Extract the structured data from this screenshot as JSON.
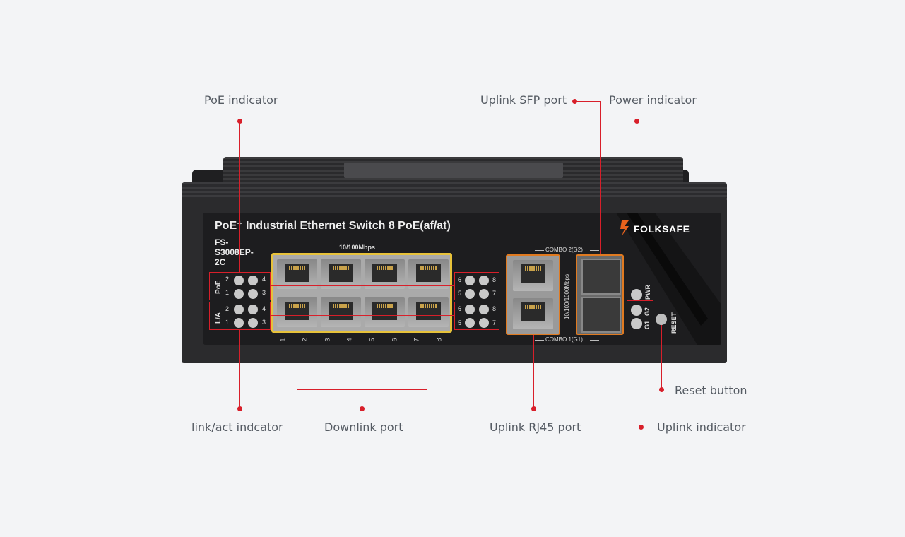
{
  "labels": {
    "poe_indicator": "PoE indicator",
    "uplink_sfp_port": "Uplink SFP port",
    "power_indicator": "Power indicator",
    "reset_button": "Reset button",
    "link_act_indicator": "link/act indcator",
    "downlink_port": "Downlink port",
    "uplink_rj45_port": "Uplink RJ45 port",
    "uplink_indicator": "Uplink indicator"
  },
  "device": {
    "title": "PoE⁺ Industrial Ethernet Switch 8 PoE(af/at)",
    "model": "FS-S3008EP-2C",
    "speed_label": "10/100Mbps",
    "uplink_speed_label": "10/100/1000Mbps",
    "combo2": "COMBO 2(G2)",
    "combo1": "COMBO 1(G1)",
    "logo": "FOLKSAFE",
    "poe_group": "PoE",
    "la_group": "L/A",
    "pwr": "PWR",
    "g2": "G2",
    "g1": "G1",
    "reset": "RESET",
    "port_numbers": [
      "1",
      "2",
      "3",
      "4",
      "5",
      "6",
      "7",
      "8"
    ]
  },
  "colors": {
    "accent": "#d81f2a",
    "port_frame": "#e7c23a",
    "uplink_frame": "#e07a20"
  }
}
